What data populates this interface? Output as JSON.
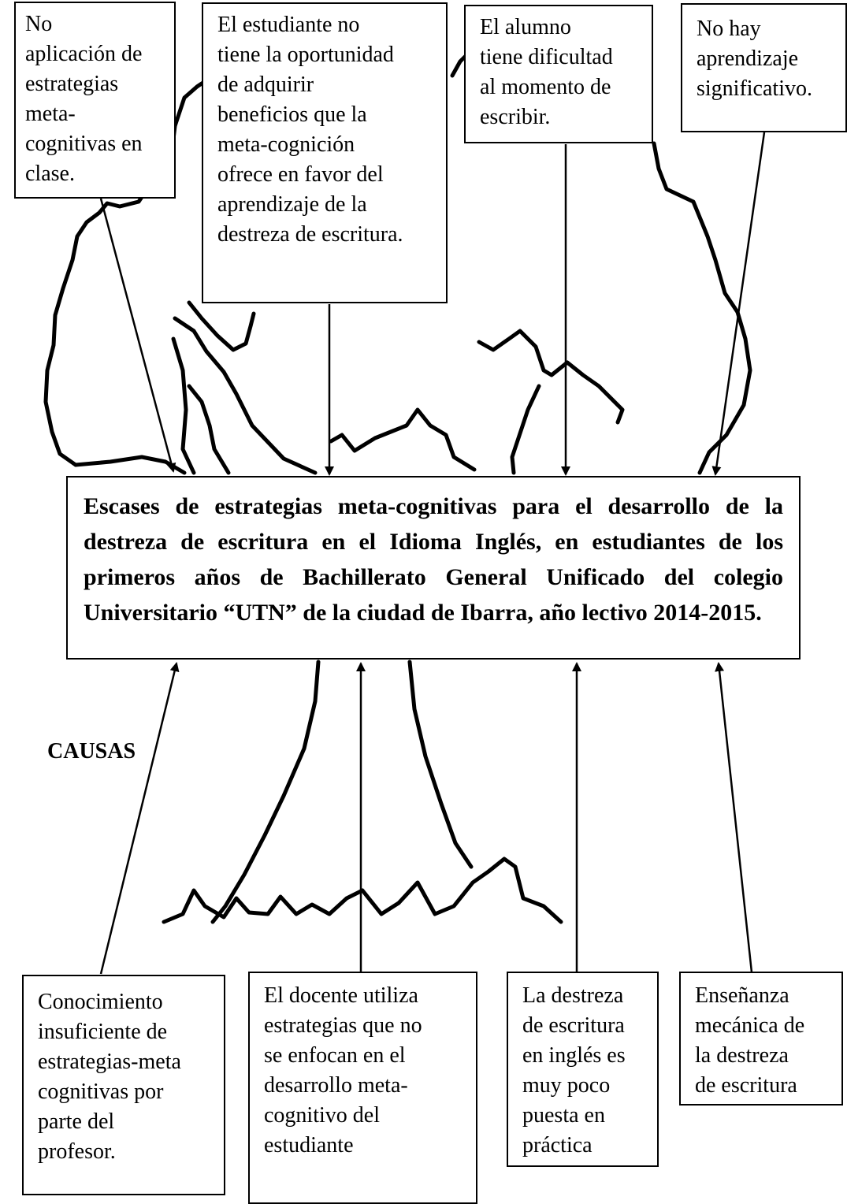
{
  "effects": [
    {
      "text": "No\naplicación de\nestrategias\nmeta-\ncognitivas en\nclase."
    },
    {
      "text": "El estudiante no\ntiene la oportunidad\nde adquirir\nbeneficios que la\nmeta-cognición\nofrece en favor del\naprendizaje de la\ndestreza de escritura."
    },
    {
      "text": "El alumno\ntiene dificultad\nal momento de\nescribir."
    },
    {
      "text": "No hay\naprendizaje\nsignificativo."
    }
  ],
  "problem": {
    "text": "Escases de estrategias meta-cognitivas para el desarrollo de la destreza de escritura en el Idioma Inglés, en estudiantes de los primeros años de Bachillerato General Unificado del colegio Universitario “UTN” de la ciudad de Ibarra, año lectivo 2014-2015."
  },
  "causes_label": "CAUSAS",
  "causes": [
    {
      "text": "Conocimiento\ninsuficiente de\nestrategias-meta\ncognitivas por\nparte del\nprofesor."
    },
    {
      "text": "El docente utiliza\nestrategias que no\nse enfocan en el\ndesarrollo meta-\ncognitivo del\nestudiante"
    },
    {
      "text": "La destreza\nde escritura\nen inglés es\nmuy poco\npuesta en\npráctica"
    },
    {
      "text": "Enseñanza\nmecánica de\nla destreza\nde escritura"
    }
  ],
  "colors": {
    "ink": "#000000",
    "background": "#ffffff"
  }
}
